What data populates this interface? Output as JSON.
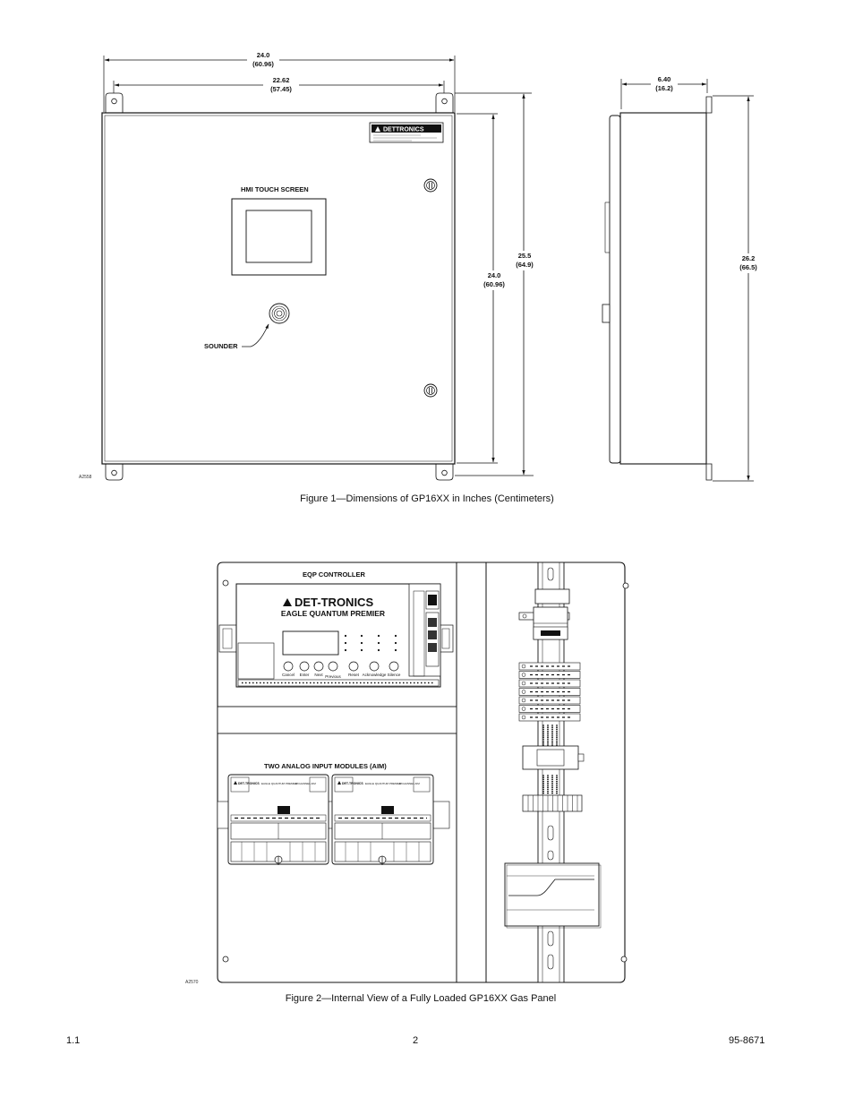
{
  "figure1": {
    "dim_width_outer": "24.0",
    "dim_width_outer_cm": "(60.96)",
    "dim_width_inner": "22.62",
    "dim_width_inner_cm": "(57.45)",
    "dim_height_body": "24.0",
    "dim_height_body_cm": "(60.96)",
    "dim_height_total": "25.5",
    "dim_height_total_cm": "(64.9)",
    "dim_depth": "6.40",
    "dim_depth_cm": "(16.2)",
    "dim_side_height": "26.2",
    "dim_side_height_cm": "(66.5)",
    "brand": "DETTRONICS",
    "hmi_label": "HMI TOUCH SCREEN",
    "sounder_label": "SOUNDER",
    "drawing_number": "A2558",
    "caption": "Figure 1—Dimensions of GP16XX in Inches (Centimeters)"
  },
  "figure2": {
    "controller_label": "EQP CONTROLLER",
    "brand": "DET-TRONICS",
    "product": "EAGLE QUANTUM PREMIER",
    "buttons": [
      "Cancel",
      "Enter",
      "Next",
      "Previous",
      "Reset",
      "Acknowledge",
      "Silence"
    ],
    "aim_label": "TWO ANALOG INPUT MODULES (AIM)",
    "aim_brand": "DET-TRONICS",
    "aim_product": "EAGLE QUANTUM PREMIER",
    "aim_model": "8 CHANNEL AIM",
    "drawing_number": "A2570",
    "caption": "Figure 2—Internal View of a Fully Loaded GP16XX Gas Panel"
  },
  "footer": {
    "left": "1.1",
    "center": "2",
    "right": "95-8671"
  }
}
